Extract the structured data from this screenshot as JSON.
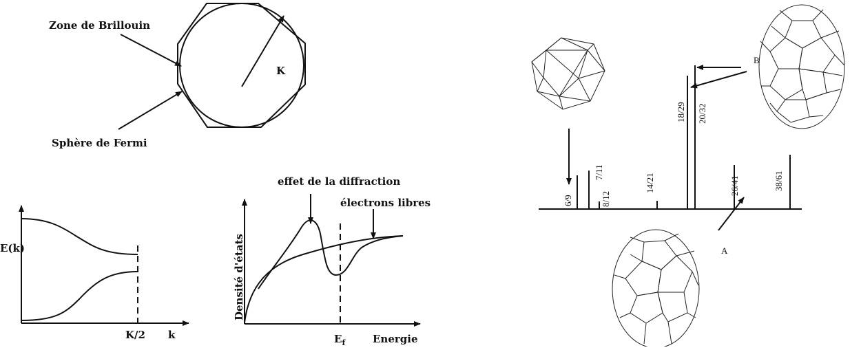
{
  "brillouin_panel": {
    "zone_label": "Zone de Brillouin",
    "sphere_label": "Sphère de Fermi",
    "radius_label": "K"
  },
  "band_panel": {
    "ylabel": "E(k)",
    "xlabel": "k",
    "tick_label": "K/2"
  },
  "dos_panel": {
    "ylabel": "Densité d'états",
    "xlabel": "Energie",
    "fermi_label_main": "E",
    "fermi_label_sub": "f",
    "diffraction_label": "effet de la diffraction",
    "free_label": "électrons libres"
  },
  "spectrum_panel": {
    "label_a": "A",
    "label_b": "B",
    "peaks": [
      "6/9",
      "7/11",
      "8/12",
      "14/21",
      "18/29",
      "20/32",
      "26/41",
      "38/61"
    ]
  }
}
